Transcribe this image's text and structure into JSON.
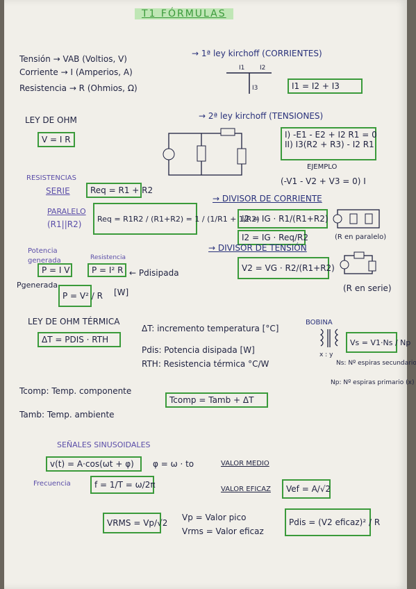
{
  "title": "T1 FÓRMULAS",
  "definitions": [
    "Tensión → VAB (Voltios, V)",
    "Corriente → I (Amperios, A)",
    "Resistencia → R (Ohmios, Ω)"
  ],
  "kirchhoff1": {
    "label": "→ 1ª ley kirchoff (CORRIENTES)",
    "formula": "I1 = I2 + I3",
    "i1": "I1",
    "i2": "I2",
    "i3": "I3"
  },
  "ohm": {
    "label": "LEY DE OHM",
    "formula": "V = I R"
  },
  "kirchhoff2": {
    "label": "→ 2ª ley kirchoff (TENSIONES)",
    "eq1": "I) -E1 - E2 + I2 R1 = 0",
    "eq2": "II) I3(R2 + R3) - I2 R1",
    "example": "EJEMPLO",
    "extra": "(-V1 - V2 + V3 = 0) I"
  },
  "resistances": {
    "heading": "RESISTENCIAS",
    "serie_label": "SERIE",
    "serie_formula": "Req = R1 + R2",
    "parallel_label": "PARALELO",
    "parallel_sub": "(R1||R2)",
    "parallel_formula": "Req = R1R2 / (R1+R2) = 1 / (1/R1 + 1/R2)"
  },
  "current_divider": {
    "label": "→ DIVISOR DE CORRIENTE",
    "f1": "I2 = IG · R1/(R1+R2)",
    "f2": "I2 = IG · Req/R2",
    "note": "(R en paralelo)"
  },
  "power": {
    "heading": "Potencia generada",
    "f1": "P = I V",
    "resist_label": "Resistencia",
    "f2": "P = I² R",
    "dissipated": "← Pdisipada",
    "generated": "Pgenerada",
    "f3": "P = V² / R",
    "unit": "[W]"
  },
  "voltage_divider": {
    "label": "→ DIVISOR DE TENSIÓN",
    "formula": "V2 = VG · R2/(R1+R2)",
    "note": "(R en serie)"
  },
  "thermal": {
    "heading": "LEY DE OHM TÉRMICA",
    "formula": "ΔT = PDIS · RTH",
    "d1": "ΔT: incremento temperatura [°C]",
    "d2": "Pdis: Potencia disipada [W]",
    "d3": "RTH: Resistencia térmica °C/W",
    "tcomp": "Tcomp: Temp. componente",
    "tamb": "Tamb: Temp. ambiente",
    "formula2": "Tcomp = Tamb + ΔT"
  },
  "coil": {
    "label": "BOBINA",
    "formula": "Vs = V1·Ns / Np",
    "ns": "Ns: Nº espiras secundario (y)",
    "np": "Np: Nº espiras primario (x)",
    "xy": "x : y"
  },
  "sinusoidal": {
    "heading": "SEÑALES SINUSOIDALES",
    "vt": "v(t) = A·cos(ωt + φ)",
    "phi": "φ = ω · to",
    "mean": "VALOR MEDIO",
    "freq_label": "Frecuencia",
    "freq": "f = 1/T = ω/2π",
    "rms_label": "VALOR EFICAZ",
    "rms": "Vef = A/√2",
    "vrms": "VRMS = Vp/√2",
    "vp": "Vp = Valor pico",
    "vrms_desc": "Vrms = Valor eficaz",
    "pdis": "Pdis = (V2 eficaz)² / R"
  },
  "colors": {
    "ink": "#1e2140",
    "pen": "#28307a",
    "box": "#3a9a3a",
    "highlight": "#bfe6b5",
    "paper": "#f1efe9"
  }
}
